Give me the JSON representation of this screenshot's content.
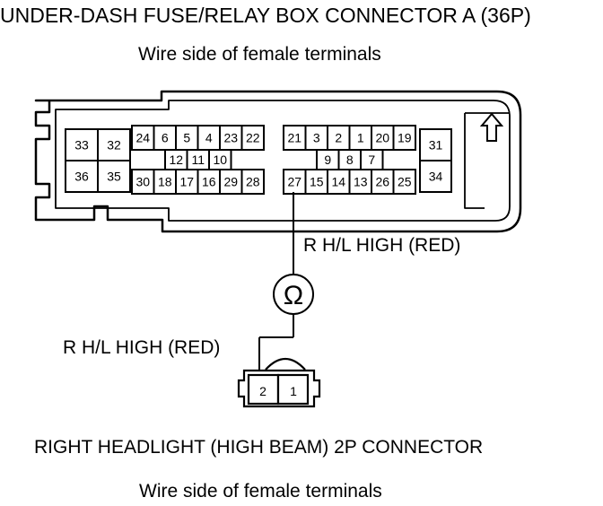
{
  "title": "UNDER-DASH FUSE/RELAY BOX CONNECTOR A (36P)",
  "subtitle_top": "Wire side of female terminals",
  "wire_label_upper": "R H/L HIGH (RED)",
  "wire_label_lower": "R H/L HIGH (RED)",
  "caption": "RIGHT HEADLIGHT (HIGH BEAM) 2P CONNECTOR",
  "subtitle_bottom": "Wire side of female terminals",
  "ohmmeter_symbol": "Ω",
  "connector_a": {
    "left_block": [
      "33",
      "32",
      "36",
      "35"
    ],
    "left_middle_top": [
      "24",
      "6",
      "5",
      "4",
      "23",
      "22"
    ],
    "left_middle_mid": [
      "12",
      "11",
      "10"
    ],
    "left_middle_bottom": [
      "30",
      "18",
      "17",
      "16",
      "29",
      "28"
    ],
    "right_middle_top": [
      "21",
      "3",
      "2",
      "1",
      "20",
      "19"
    ],
    "right_middle_mid": [
      "9",
      "8",
      "7"
    ],
    "right_middle_bottom": [
      "27",
      "15",
      "14",
      "13",
      "26",
      "25"
    ],
    "right_block": [
      "31",
      "34"
    ],
    "lock_icon": "arrow-up-icon"
  },
  "connector_2p": {
    "terminals": [
      "2",
      "1"
    ]
  }
}
